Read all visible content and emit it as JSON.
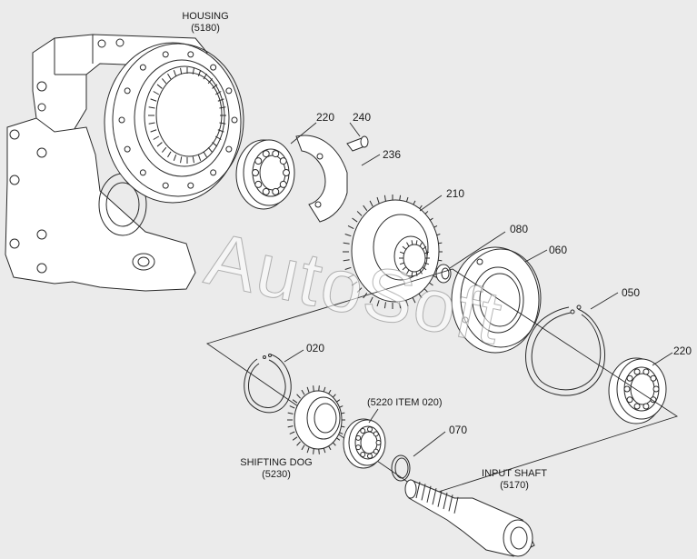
{
  "watermark": "AutoSoft",
  "labels": {
    "housing_name": "HOUSING",
    "housing_ref": "(5180)",
    "p220_top": "220",
    "p240": "240",
    "p236": "236",
    "p210": "210",
    "p080": "080",
    "p060": "060",
    "p050": "050",
    "p220_right": "220",
    "p020": "020",
    "bearing_ref": "(5220 ITEM 020)",
    "p070": "070",
    "shifting_dog_name": "SHIFTING DOG",
    "shifting_dog_ref": "(5230)",
    "input_shaft_name": "INPUT SHAFT",
    "input_shaft_ref": "(5170)"
  },
  "colors": {
    "background": "#ebebeb",
    "line": "#2a2a2a",
    "part_fill": "#ffffff"
  }
}
